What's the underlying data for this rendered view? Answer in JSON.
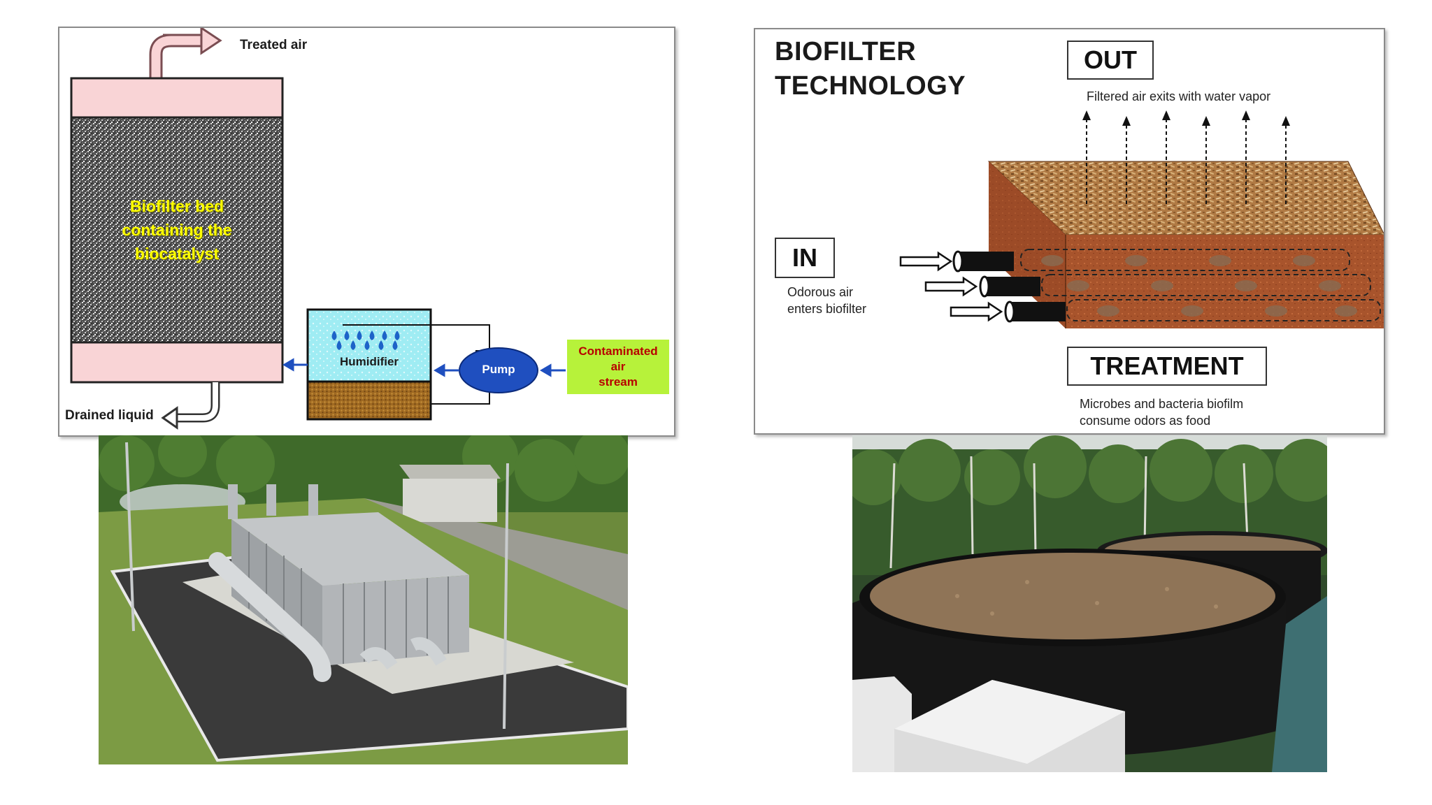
{
  "left_diagram": {
    "treated_air_label": "Treated air",
    "bed_label_lines": [
      "Biofilter bed",
      "containing the",
      "biocatalyst"
    ],
    "humidifier_label": "Humidifier",
    "pump_label": "Pump",
    "contaminated_label_lines": [
      "Contaminated",
      "air",
      "stream"
    ],
    "drained_liquid_label": "Drained liquid"
  },
  "right_diagram": {
    "title_lines": [
      "BIOFILTER",
      "TECHNOLOGY"
    ],
    "out_label": "OUT",
    "out_caption": "Filtered air exits with water vapor",
    "in_label": "IN",
    "in_caption_lines": [
      "Odorous air",
      "enters biofilter"
    ],
    "treatment_label": "TREATMENT",
    "treatment_caption_lines": [
      "Microbes and bacteria biofilm",
      "consume odors as food"
    ]
  },
  "colors": {
    "bed_cap": "#f9d4d6",
    "humidifier_water": "#a8f0f4",
    "pump": "#1f4fbf",
    "contaminated_box": "#b7f23a",
    "soil_block": "#a8542c"
  }
}
